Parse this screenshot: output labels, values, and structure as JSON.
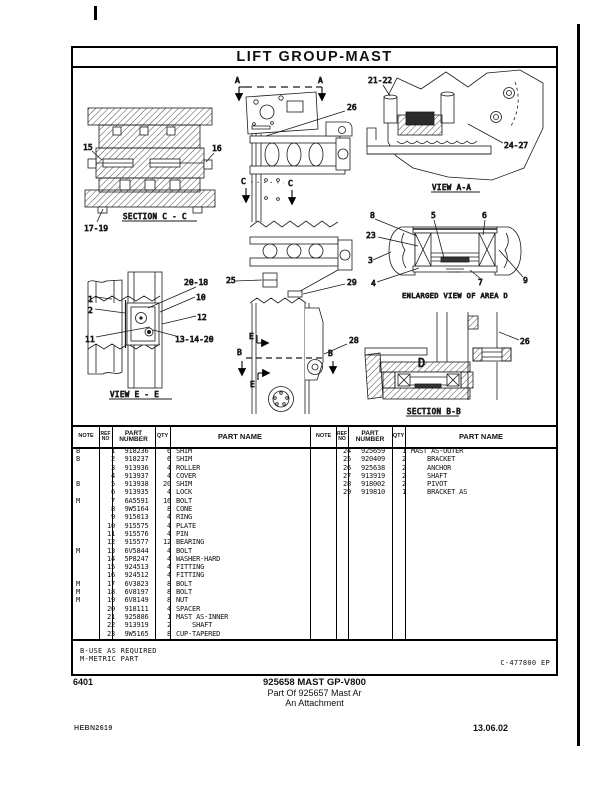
{
  "title": "LIFT GROUP-MAST",
  "diagrams": {
    "section_cc": {
      "caption": "SECTION C - C",
      "label_15": "15",
      "label_16": "16",
      "label_17_19": "17-19"
    },
    "view_ee": {
      "caption": "VIEW E - E",
      "label_1": "1",
      "label_2": "2",
      "label_11": "11",
      "label_20_18": "20-18",
      "label_10": "10",
      "label_12": "12",
      "label_13_14_20": "13-14-20"
    },
    "mast": {
      "label_a": "A",
      "label_c": "C",
      "label_b": "B",
      "label_e": "E",
      "label_25": "25",
      "label_26": "26",
      "label_28": "28",
      "label_29": "29"
    },
    "view_aa": {
      "caption": "VIEW A-A",
      "label_21_22": "21-22",
      "label_24_27": "24-27"
    },
    "area_d": {
      "caption": "ENLARGED VIEW OF AREA D",
      "label_3": "3",
      "label_4": "4",
      "label_5": "5",
      "label_6": "6",
      "label_7": "7",
      "label_8": "8",
      "label_9": "9",
      "label_23": "23"
    },
    "section_bb": {
      "caption": "SECTION B-B",
      "label_d": "D",
      "label_26": "26"
    }
  },
  "table": {
    "headers": {
      "note": "NOTE",
      "ref_top": "REF",
      "ref_bottom": "NO",
      "part_top": "PART",
      "part_bottom": "NUMBER",
      "qty": "QTY",
      "name": "PART NAME"
    },
    "left_rows": [
      {
        "note": "B",
        "ref": "1",
        "num": "918236",
        "qty": "6",
        "name": "SHIM"
      },
      {
        "note": "B",
        "ref": "2",
        "num": "918237",
        "qty": "6",
        "name": "SHIM"
      },
      {
        "note": "",
        "ref": "3",
        "num": "913936",
        "qty": "4",
        "name": "ROLLER"
      },
      {
        "note": "",
        "ref": "4",
        "num": "913937",
        "qty": "4",
        "name": "COVER"
      },
      {
        "note": "B",
        "ref": "5",
        "num": "913938",
        "qty": "20",
        "name": "SHIM"
      },
      {
        "note": "",
        "ref": "6",
        "num": "913935",
        "qty": "4",
        "name": "LOCK"
      },
      {
        "note": "M",
        "ref": "7",
        "num": "6A5591",
        "qty": "16",
        "name": "BOLT"
      },
      {
        "note": "",
        "ref": "8",
        "num": "9W5164",
        "qty": "8",
        "name": "CONE"
      },
      {
        "note": "",
        "ref": "9",
        "num": "915013",
        "qty": "4",
        "name": "RING"
      },
      {
        "note": "",
        "ref": "10",
        "num": "915575",
        "qty": "4",
        "name": "PLATE"
      },
      {
        "note": "",
        "ref": "11",
        "num": "915576",
        "qty": "4",
        "name": "PIN"
      },
      {
        "note": "",
        "ref": "12",
        "num": "915577",
        "qty": "12",
        "name": "BEARING"
      },
      {
        "note": "M",
        "ref": "13",
        "num": "6V5844",
        "qty": "4",
        "name": "BOLT"
      },
      {
        "note": "",
        "ref": "14",
        "num": "5P8247",
        "qty": "4",
        "name": "WASHER-HARD"
      },
      {
        "note": "",
        "ref": "15",
        "num": "924513",
        "qty": "4",
        "name": "FITTING"
      },
      {
        "note": "",
        "ref": "16",
        "num": "924512",
        "qty": "4",
        "name": "FITTING"
      },
      {
        "note": "M",
        "ref": "17",
        "num": "6V3823",
        "qty": "8",
        "name": "BOLT"
      },
      {
        "note": "M",
        "ref": "18",
        "num": "6V8197",
        "qty": "8",
        "name": "BOLT"
      },
      {
        "note": "M",
        "ref": "19",
        "num": "6V8149",
        "qty": "8",
        "name": "NUT"
      },
      {
        "note": "",
        "ref": "20",
        "num": "918111",
        "qty": "4",
        "name": "SPACER"
      },
      {
        "note": "",
        "ref": "21",
        "num": "925886",
        "qty": "1",
        "name": "MAST AS-INNER"
      },
      {
        "note": "",
        "ref": "22",
        "num": "913919",
        "qty": "2",
        "name": "    SHAFT"
      },
      {
        "note": "",
        "ref": "23",
        "num": "9W5165",
        "qty": "8",
        "name": "CUP-TAPERED"
      }
    ],
    "right_rows": [
      {
        "note": "",
        "ref": "24",
        "num": "925659",
        "qty": "1",
        "name": "MAST AS-OUTER"
      },
      {
        "note": "",
        "ref": "25",
        "num": "920409",
        "qty": "2",
        "name": "    BRACKET"
      },
      {
        "note": "",
        "ref": "26",
        "num": "925638",
        "qty": "2",
        "name": "    ANCHOR"
      },
      {
        "note": "",
        "ref": "27",
        "num": "913919",
        "qty": "2",
        "name": "    SHAFT"
      },
      {
        "note": "",
        "ref": "28",
        "num": "918002",
        "qty": "2",
        "name": "    PIVOT"
      },
      {
        "note": "",
        "ref": "29",
        "num": "919810",
        "qty": "1",
        "name": "    BRACKET AS"
      }
    ]
  },
  "legend": {
    "line1": "B-USE AS REQUIRED",
    "line2": "M-METRIC PART"
  },
  "doc_code": "C-477800 EP",
  "footer": {
    "form_number": "6401",
    "part_title": "925658 MAST GP-V800",
    "part_subtitle": "Part Of 925657 Mast Ar",
    "part_subtitle2": "An Attachment",
    "doc_id": "HEBN2619",
    "date": "13.06.02"
  }
}
